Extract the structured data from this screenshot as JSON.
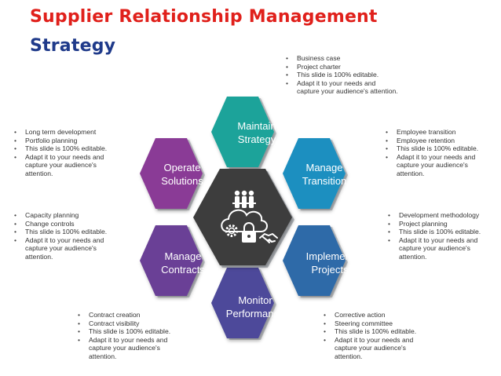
{
  "title": {
    "line1": "Supplier Relationship Management",
    "line2": "Strategy"
  },
  "colors": {
    "title_line1": "#e0201b",
    "title_line2": "#1f3a8a",
    "maintain_strategy": "#1ea39a",
    "manage_transition": "#1d8fc0",
    "implement_projects": "#2f6aa8",
    "monitor_performance": "#4d4a9a",
    "manage_contracts": "#6a3f96",
    "operate_solutions": "#8a3a96",
    "center": "#3d3d3d"
  },
  "center_icons": [
    "people-icon",
    "cloud-icon",
    "gear-icon",
    "lock-icon",
    "handshake-icon"
  ],
  "hexagons": [
    {
      "id": "maintain",
      "line1": "Maintain",
      "line2": "Strategy"
    },
    {
      "id": "transition",
      "line1": "Manage",
      "line2": "Transition"
    },
    {
      "id": "implement",
      "line1": "Implement",
      "line2": "Projects"
    },
    {
      "id": "monitor",
      "line1": "Monitor",
      "line2": "Performance"
    },
    {
      "id": "contracts",
      "line1": "Manage",
      "line2": "Contracts"
    },
    {
      "id": "operate",
      "line1": "Operate",
      "line2": "Solutions"
    }
  ],
  "lists": {
    "top": [
      "Business case",
      "Project charter",
      "This slide is 100% editable.",
      "Adapt it to your needs and capture your audience's attention."
    ],
    "upper_left": [
      "Long term development",
      "Portfolio planning",
      "This slide is 100% editable.",
      "Adapt it to your needs and capture your audience's attention."
    ],
    "upper_right": [
      "Employee transition",
      "Employee retention",
      "This slide is 100% editable.",
      "Adapt it to your needs and capture your audience's attention."
    ],
    "lower_left": [
      "Capacity planning",
      "Change controls",
      "This slide is 100% editable.",
      "Adapt it to your needs and capture your audience's attention."
    ],
    "lower_right": [
      "Development methodology",
      "Project planning",
      "This slide is 100% editable.",
      "Adapt it to your needs and capture your audience's attention."
    ],
    "bottom_left": [
      "Contract creation",
      "Contract visibility",
      "This slide is 100% editable.",
      "Adapt it to your needs and capture your audience's attention."
    ],
    "bottom_right": [
      "Corrective action",
      "Steering committee",
      "This slide is 100% editable.",
      "Adapt it to your needs and capture your audience's attention."
    ]
  }
}
